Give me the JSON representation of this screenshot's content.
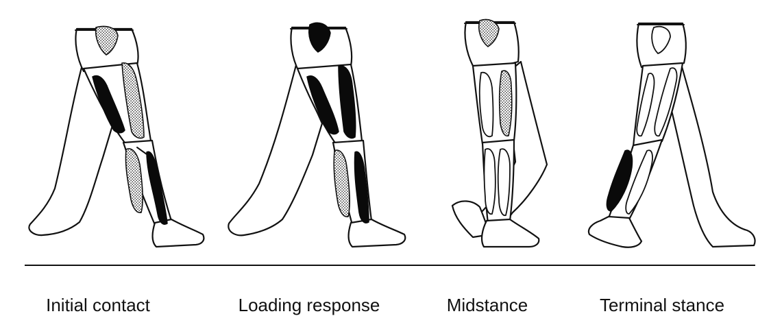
{
  "phases": [
    {
      "label": "Initial contact"
    },
    {
      "label": "Loading response"
    },
    {
      "label": "Midstance"
    },
    {
      "label": "Terminal stance"
    }
  ],
  "legend_fill": {
    "active": "#0a0a0a",
    "partial": "dotted grey",
    "inactive": "#ffffff"
  }
}
